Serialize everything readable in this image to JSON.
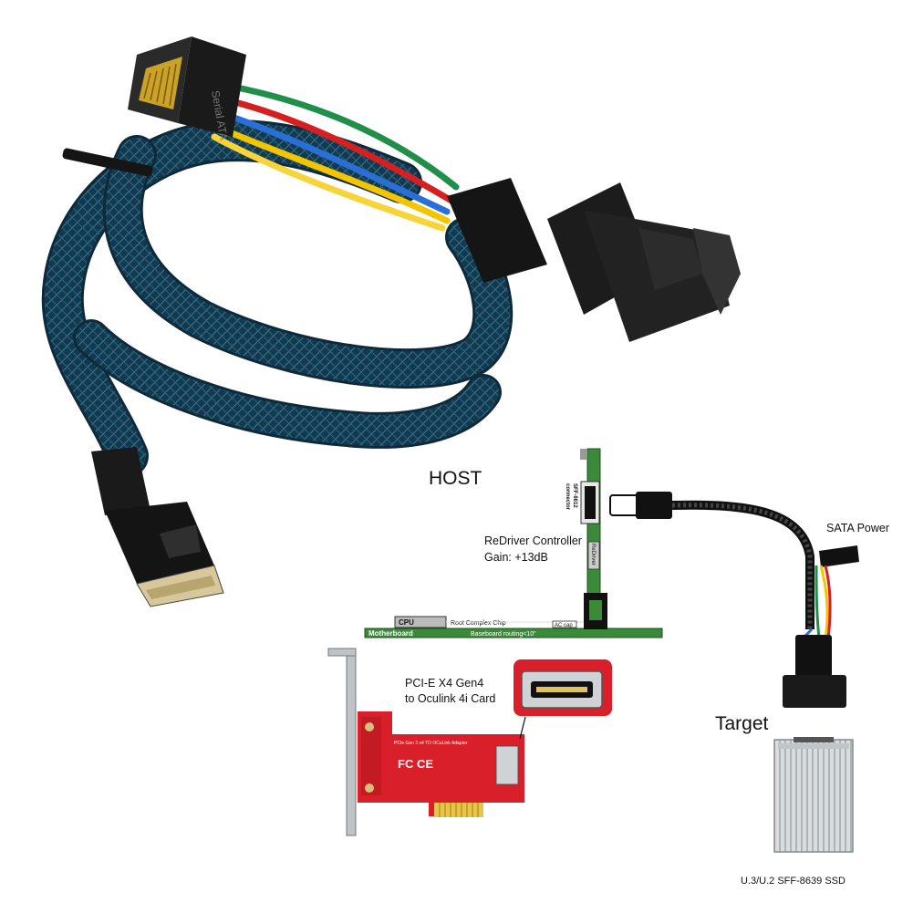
{
  "labels": {
    "host": "HOST",
    "redriver_controller": "ReDriver Controller",
    "gain": "Gain: +13dB",
    "sata_power": "SATA Power",
    "target": "Target",
    "pcie_card_line1": "PCI-E X4 Gen4",
    "pcie_card_line2": "to Oculink 4i Card",
    "ssd": "U.3/U.2 SFF-8639 SSD"
  },
  "board": {
    "motherboard": "Motherboard",
    "cpu": "CPU",
    "root_complex": "Root Complex Chip",
    "baseboard_routing": "Baseboard routing<10\"",
    "ac_cap": "AC cap",
    "sff_connector_line1": "SFF-8612",
    "sff_connector_line2": "connector",
    "redriver_chip": "ReDriver"
  },
  "connectors": {
    "sata_marking": "Serial ATA"
  },
  "card": {
    "silk": "PCIe Gen 3 x4 TO OCuLink Adapter",
    "fc": "FC CE"
  },
  "colors": {
    "cable_blue": "#1e4f6a",
    "connector_black": "#1a1a1a",
    "pcb_red": "#d9202a",
    "board_green": "#3a8a3a",
    "wire_yellow": "#f2c500",
    "wire_red": "#d42020",
    "wire_green": "#1f8f4a",
    "wire_blue": "#2a6fd6"
  }
}
